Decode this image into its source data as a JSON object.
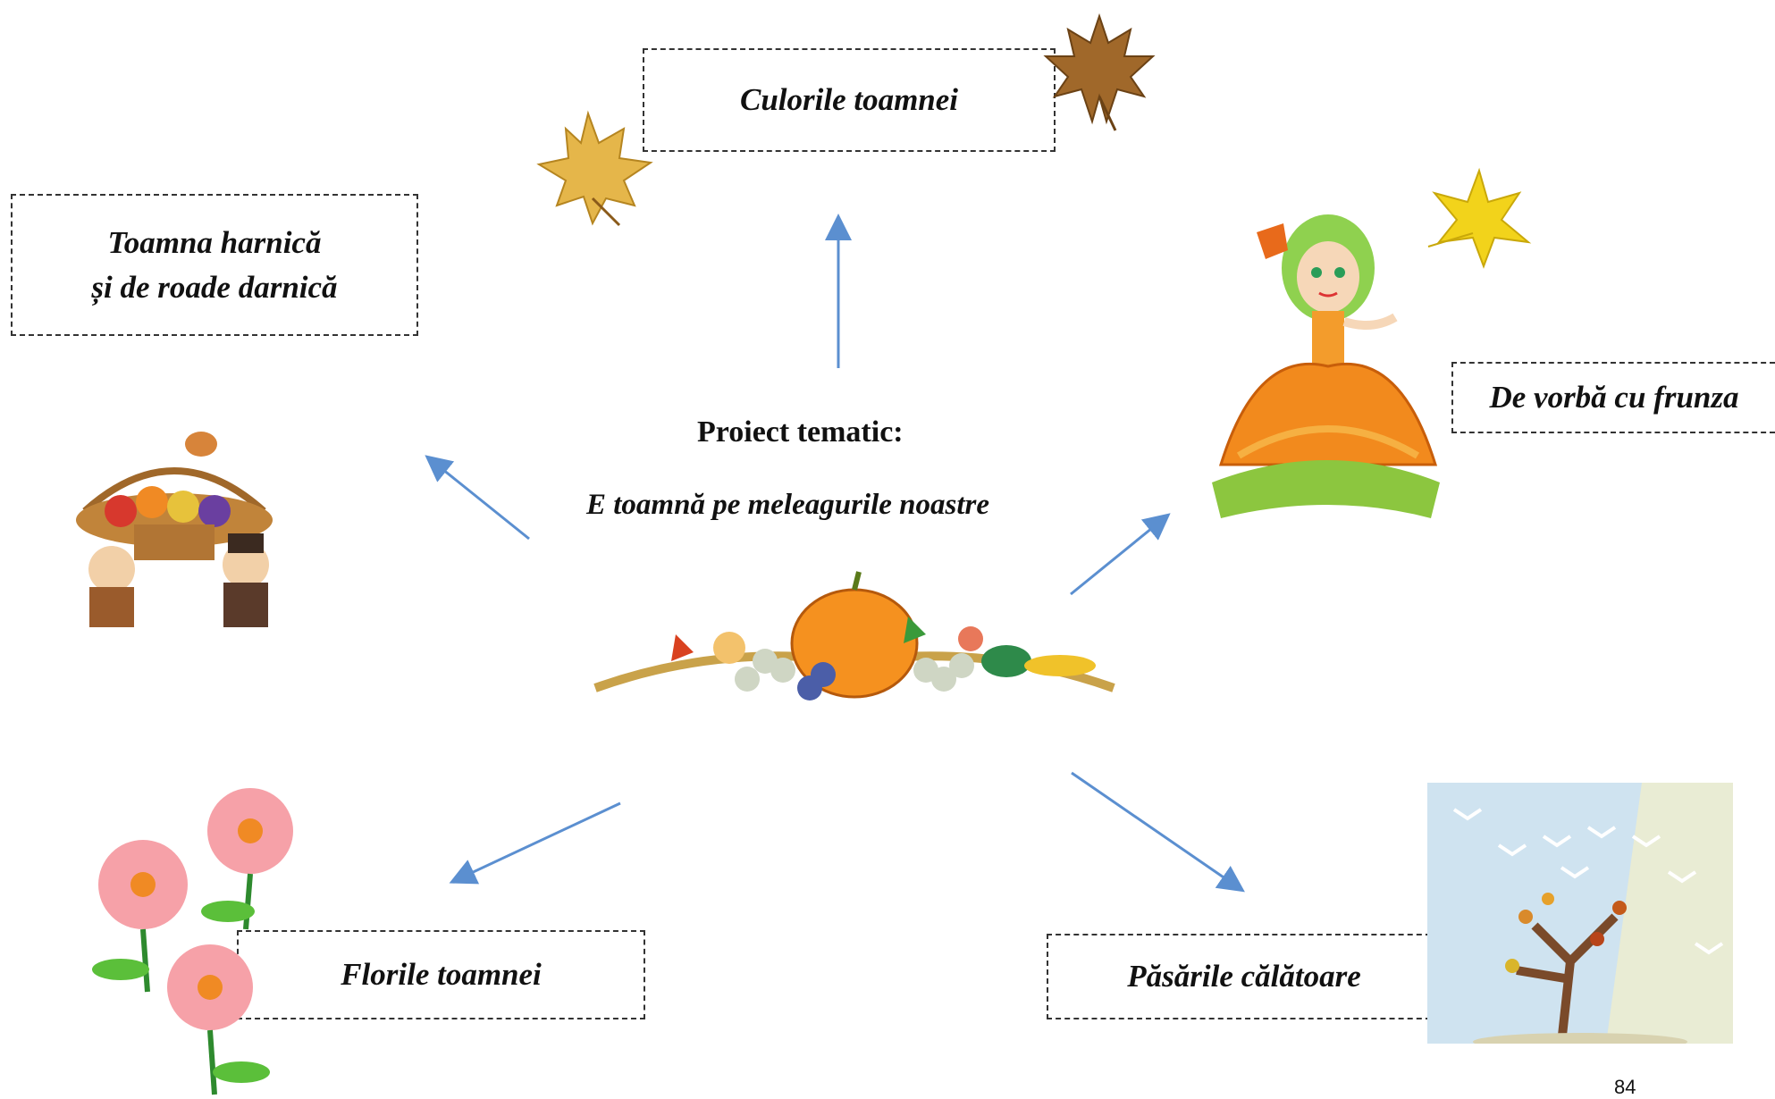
{
  "center": {
    "title": "Proiect tematic:",
    "subtitle": "E toamnă pe meleagurile noastre"
  },
  "boxes": {
    "top": "Culorile toamnei",
    "top_left_line1": "Toamna harnică",
    "top_left_line2": "și de roade darnică",
    "right": "De vorbă cu frunza",
    "bottom_left": "Florile toamnei",
    "bottom_right": "Păsările călătoare"
  },
  "page_number": "84",
  "colors": {
    "arrow": "#5b8fd0",
    "border": "#333333"
  },
  "icons": [
    "maple-leaf-icon",
    "yellow-leaf-icon",
    "autumn-fairy-icon",
    "harvest-basket-icon",
    "harvest-garland-icon",
    "flowers-icon",
    "birds-tree-icon"
  ]
}
